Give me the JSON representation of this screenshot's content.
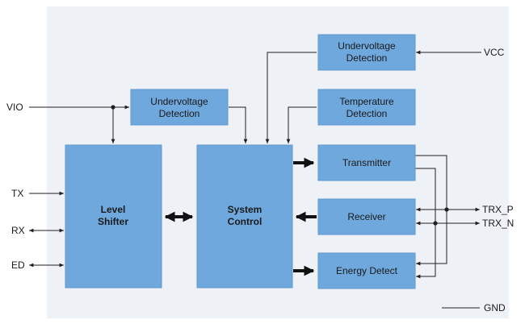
{
  "blocks": {
    "uv_vio": {
      "lines": [
        "Undervoltage",
        "Detection"
      ]
    },
    "uv_vcc": {
      "lines": [
        "Undervoltage",
        "Detection"
      ]
    },
    "temp": {
      "lines": [
        "Temperature",
        "Detection"
      ]
    },
    "transmitter": {
      "lines": [
        "Transmitter"
      ]
    },
    "receiver": {
      "lines": [
        "Receiver"
      ]
    },
    "energy": {
      "lines": [
        "Energy Detect"
      ]
    },
    "level_shifter": {
      "lines": [
        "Level",
        "Shifter"
      ]
    },
    "system_control": {
      "lines": [
        "System",
        "Control"
      ]
    }
  },
  "pins": {
    "vio": "VIO",
    "tx": "TX",
    "rx": "RX",
    "ed": "ED",
    "vcc": "VCC",
    "trx_p": "TRX_P",
    "trx_n": "TRX_N",
    "gnd": "GND"
  }
}
